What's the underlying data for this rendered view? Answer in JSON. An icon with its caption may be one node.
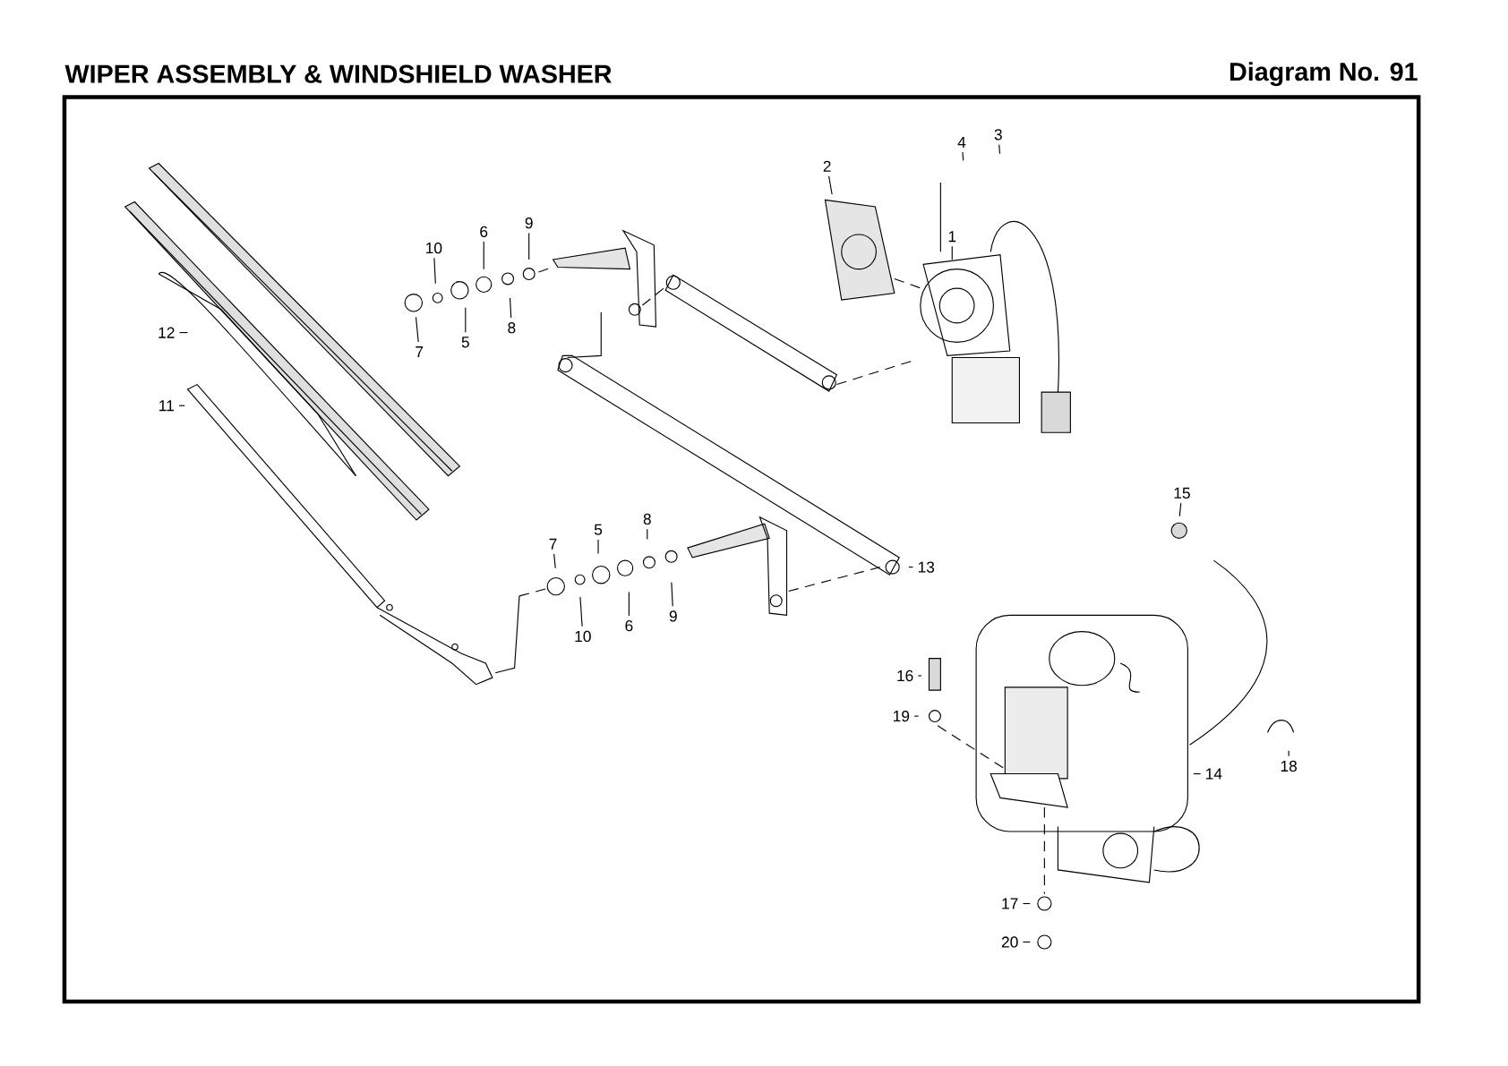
{
  "diagram": {
    "title": "WIPER ASSEMBLY & WINDSHIELD WASHER",
    "nodes": [
      {
        "text": [
          "1"
        ]
      },
      {
        "text": [
          "2"
        ]
      },
      {
        "text": [
          "3"
        ]
      },
      {
        "text": [
          "4"
        ]
      },
      {
        "text": [
          "10"
        ]
      },
      {
        "text": [
          "6"
        ]
      },
      {
        "text": [
          "9"
        ]
      },
      {
        "text": [
          "7"
        ]
      },
      {
        "text": [
          "5"
        ]
      },
      {
        "text": [
          "8"
        ]
      },
      {
        "text": [
          "12"
        ]
      },
      {
        "text": [
          "11"
        ]
      },
      {
        "text": [
          "13"
        ]
      },
      {
        "text": [
          "7"
        ]
      },
      {
        "text": [
          "5"
        ]
      },
      {
        "text": [
          "8"
        ]
      },
      {
        "text": [
          "10"
        ]
      },
      {
        "text": [
          "6"
        ]
      },
      {
        "text": [
          "9"
        ]
      },
      {
        "text": [
          "15"
        ]
      },
      {
        "text": [
          "16"
        ]
      },
      {
        "text": [
          "19"
        ]
      },
      {
        "text": [
          "14"
        ]
      },
      {
        "text": [
          "18"
        ]
      },
      {
        "text": [
          "17"
        ]
      },
      {
        "text": [
          "20"
        ]
      }
    ],
    "edges": [
      {
        "from": 0,
        "to": null,
        "arrow": "none"
      },
      {
        "from": 1,
        "to": null,
        "arrow": "none"
      },
      {
        "from": 2,
        "to": null,
        "arrow": "none"
      },
      {
        "from": 3,
        "to": null,
        "arrow": "none"
      },
      {
        "from": 4,
        "to": null,
        "arrow": "none"
      },
      {
        "from": 5,
        "to": null,
        "arrow": "none"
      },
      {
        "from": 6,
        "to": null,
        "arrow": "none"
      },
      {
        "from": 7,
        "to": null,
        "arrow": "none"
      },
      {
        "from": 8,
        "to": null,
        "arrow": "none"
      },
      {
        "from": 9,
        "to": null,
        "arrow": "none"
      },
      {
        "from": 10,
        "to": null,
        "arrow": "none"
      },
      {
        "from": 11,
        "to": null,
        "arrow": "none"
      },
      {
        "from": 12,
        "to": null,
        "arrow": "none"
      },
      {
        "from": 13,
        "to": null,
        "arrow": "none"
      },
      {
        "from": 14,
        "to": null,
        "arrow": "none"
      },
      {
        "from": 15,
        "to": null,
        "arrow": "none"
      },
      {
        "from": 16,
        "to": null,
        "arrow": "none"
      },
      {
        "from": 17,
        "to": null,
        "arrow": "none"
      },
      {
        "from": 18,
        "to": null,
        "arrow": "none"
      },
      {
        "from": 19,
        "to": null,
        "arrow": "none"
      },
      {
        "from": 20,
        "to": null,
        "arrow": "none"
      },
      {
        "from": 21,
        "to": null,
        "arrow": "none"
      },
      {
        "from": 22,
        "to": null,
        "arrow": "none"
      },
      {
        "from": 23,
        "to": null,
        "arrow": "none"
      },
      {
        "from": 24,
        "to": null,
        "arrow": "none"
      },
      {
        "from": 25,
        "to": null,
        "arrow": "none"
      }
    ],
    "labels": [
      "Diagram No. 91"
    ]
  }
}
